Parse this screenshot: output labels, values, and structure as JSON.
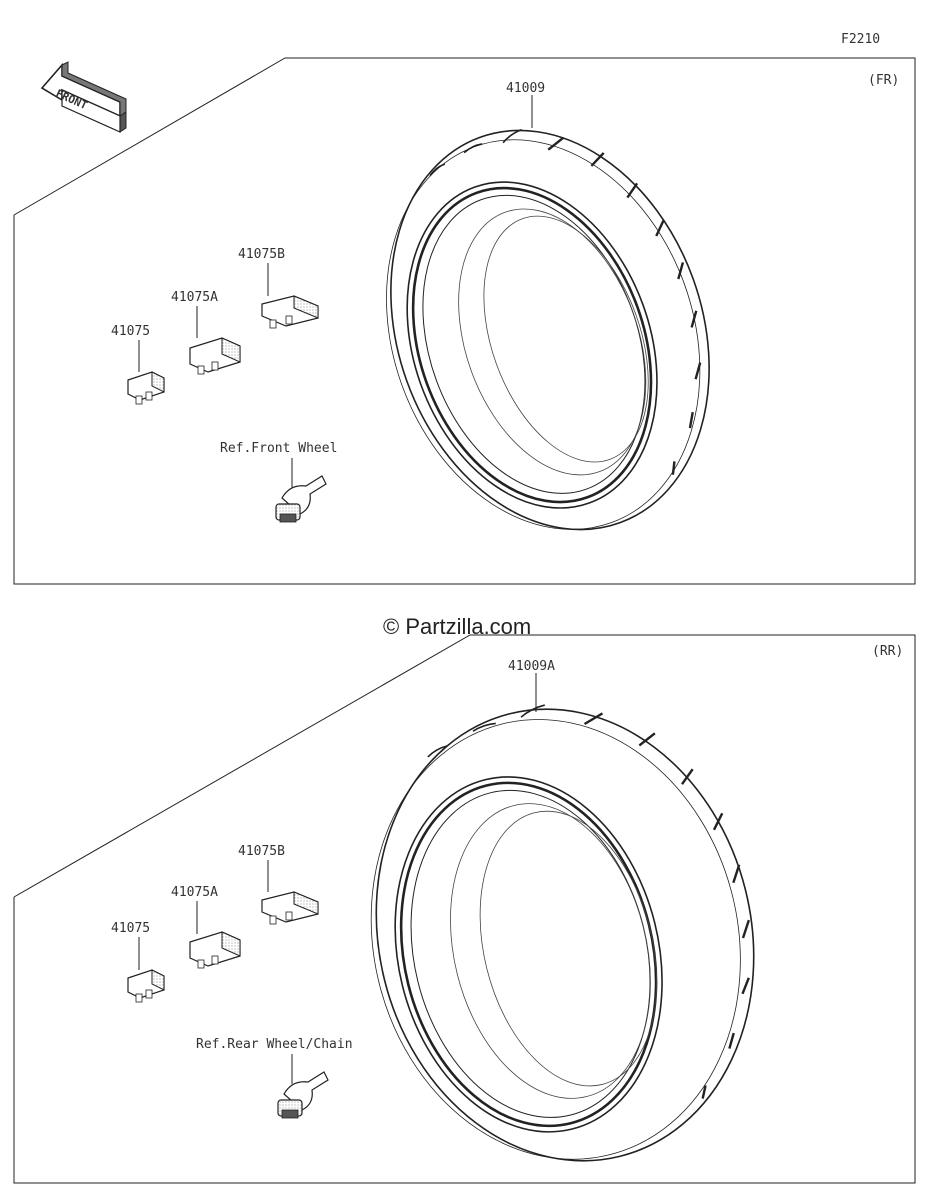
{
  "figure_id": "F2210",
  "front_arrow_label": "FRONT",
  "watermark": "© Partzilla.com",
  "panels": [
    {
      "section_label": "(FR)",
      "tire_part": "41009",
      "weights": [
        "41075",
        "41075A",
        "41075B"
      ],
      "valve_ref": "Ref.Front Wheel"
    },
    {
      "section_label": "(RR)",
      "tire_part": "41009A",
      "weights": [
        "41075",
        "41075A",
        "41075B"
      ],
      "valve_ref": "Ref.Rear Wheel/Chain"
    }
  ]
}
